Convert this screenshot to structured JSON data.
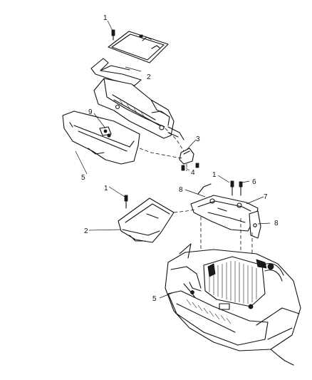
{
  "callouts": {
    "top_1": "1",
    "top_2": "2",
    "top_3": "3",
    "top_4": "4",
    "top_5": "5",
    "top_9": "9",
    "bot_1a": "1",
    "bot_1b": "1",
    "bot_2": "2",
    "bot_5": "5",
    "bot_6": "6",
    "bot_7": "7",
    "bot_8a": "8",
    "bot_8b": "8"
  },
  "colors": {
    "ink": "#111111",
    "paper": "#ffffff"
  }
}
